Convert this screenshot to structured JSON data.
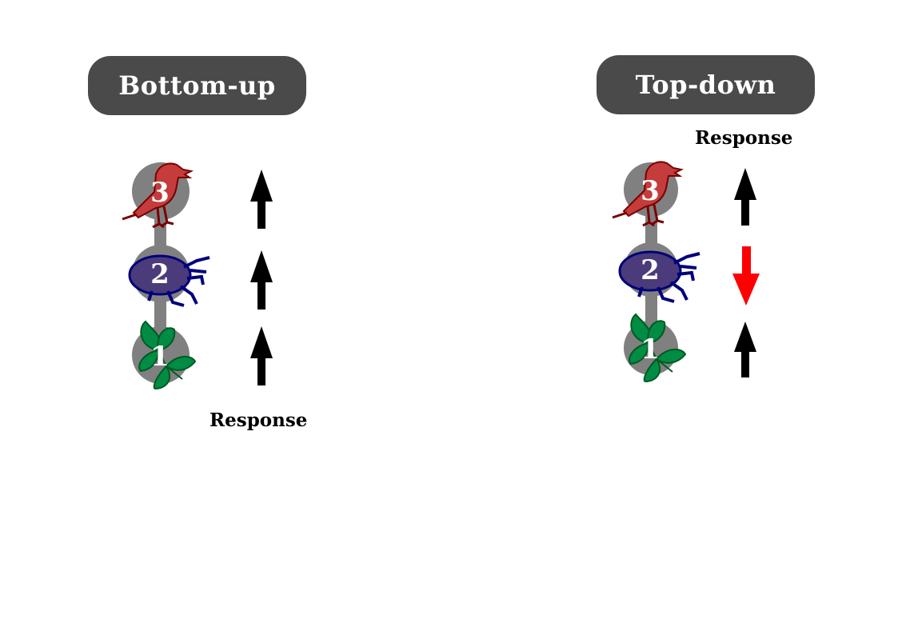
{
  "panels": [
    {
      "title": "Bottom-up",
      "response_label": "Response",
      "levels": [
        {
          "number": "1",
          "organism": "leaf-icon"
        },
        {
          "number": "2",
          "organism": "beetle-icon"
        },
        {
          "number": "3",
          "organism": "bird-icon"
        }
      ],
      "arrows": [
        {
          "level": "1",
          "direction": "up",
          "color": "#000000"
        },
        {
          "level": "2",
          "direction": "up",
          "color": "#000000"
        },
        {
          "level": "3",
          "direction": "up",
          "color": "#000000"
        }
      ]
    },
    {
      "title": "Top-down",
      "response_label": "Response",
      "levels": [
        {
          "number": "1",
          "organism": "leaf-icon"
        },
        {
          "number": "2",
          "organism": "beetle-icon"
        },
        {
          "number": "3",
          "organism": "bird-icon"
        }
      ],
      "arrows": [
        {
          "level": "1",
          "direction": "up",
          "color": "#000000"
        },
        {
          "level": "2",
          "direction": "down",
          "color": "#ff0000"
        },
        {
          "level": "3",
          "direction": "up",
          "color": "#000000"
        }
      ]
    }
  ],
  "colors": {
    "title_background": "#4a4a4a",
    "node_gray": "#808080",
    "leaf_green": "#008c45",
    "beetle_purple": "#4b3b7a",
    "bird_red": "#c43c3c"
  }
}
